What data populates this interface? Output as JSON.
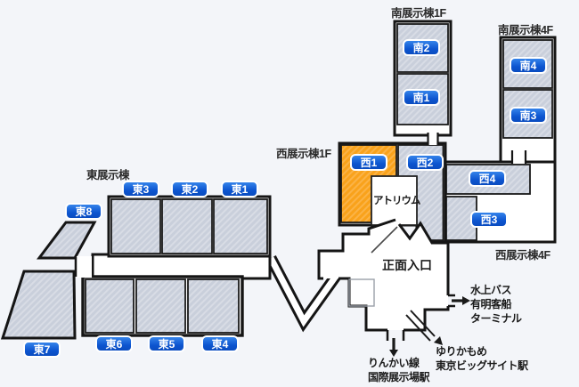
{
  "buildings": {
    "south1f": {
      "name": "南展示棟1F"
    },
    "south4f": {
      "name": "南展示棟4F"
    },
    "west1f": {
      "name": "西展示棟1F"
    },
    "west4f": {
      "name": "西展示棟4F"
    },
    "east": {
      "name": "東展示棟"
    }
  },
  "halls": {
    "s1": {
      "label": "南1"
    },
    "s2": {
      "label": "南2"
    },
    "s3": {
      "label": "南3"
    },
    "s4": {
      "label": "南4"
    },
    "w1": {
      "label": "西1",
      "highlighted": true
    },
    "w2": {
      "label": "西2"
    },
    "w3": {
      "label": "西3"
    },
    "w4": {
      "label": "西4"
    },
    "e1": {
      "label": "東1"
    },
    "e2": {
      "label": "東2"
    },
    "e3": {
      "label": "東3"
    },
    "e4": {
      "label": "東4"
    },
    "e5": {
      "label": "東5"
    },
    "e6": {
      "label": "東6"
    },
    "e7": {
      "label": "東7"
    },
    "e8": {
      "label": "東8"
    }
  },
  "areas": {
    "atrium": "アトリウム",
    "main_entrance": "正面入口"
  },
  "access": {
    "water_bus": {
      "line1": "水上バス",
      "line2": "有明客船",
      "line3": "ターミナル"
    },
    "yurikamome": {
      "line1": "ゆりかもめ",
      "line2": "東京ビッグサイト駅"
    },
    "rinkai": {
      "line1": "りんかい線",
      "line2": "国際展示場駅"
    }
  },
  "colors": {
    "highlight_orange": "#F9A21B",
    "hall_gray": "#C9CFDB",
    "badge_blue": "#0D55CF",
    "outline": "#151515",
    "background": "#F3F5F9"
  }
}
